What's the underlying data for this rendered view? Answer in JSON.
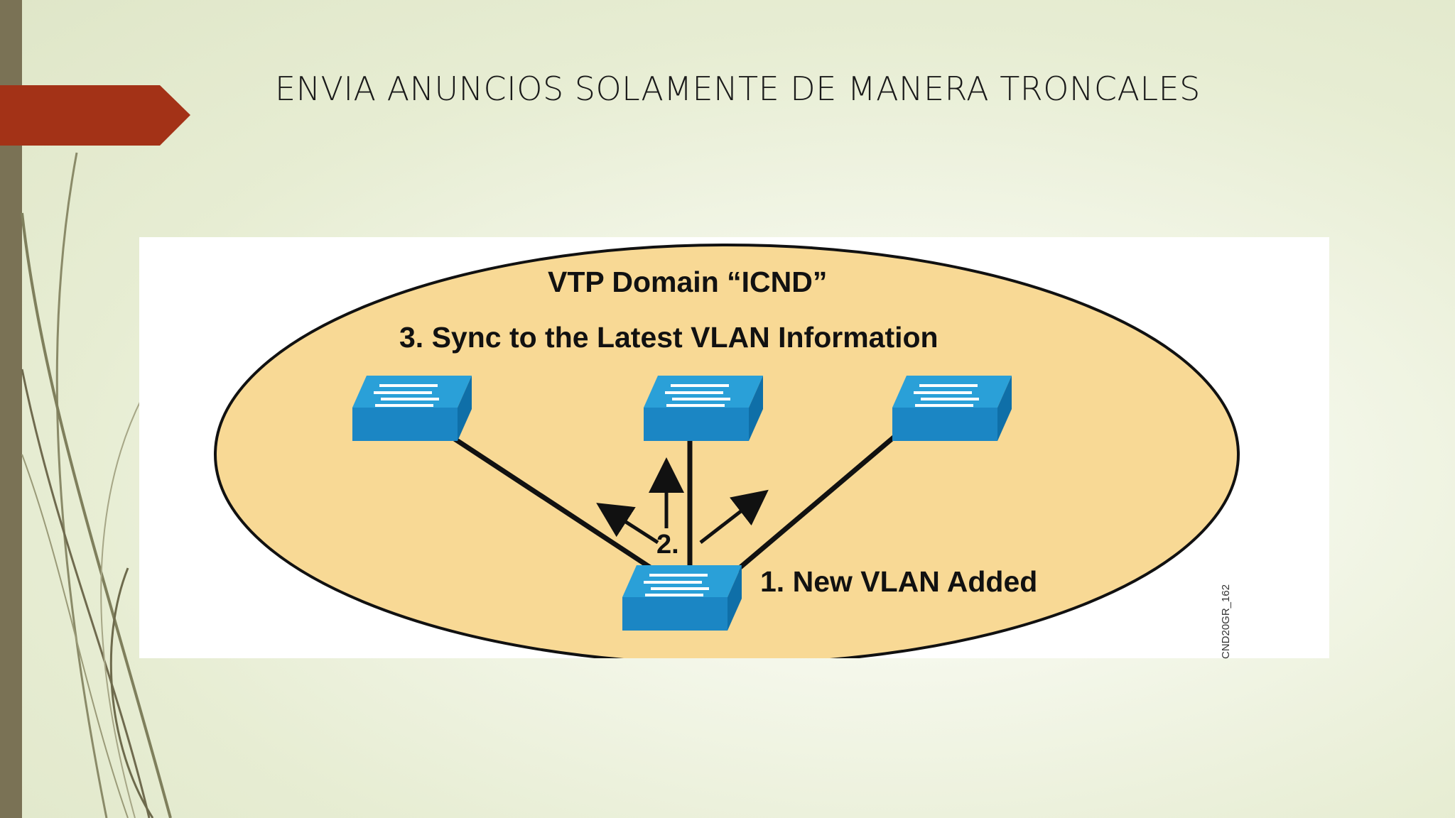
{
  "slide": {
    "title": "ENVIA ANUNCIOS SOLAMENTE DE MANERA TRONCALES"
  },
  "diagram": {
    "domain_label": "VTP Domain “ICND”",
    "sync_label": "3. Sync to the Latest VLAN Information",
    "step2_label": "2.",
    "new_vlan_label": "1. New VLAN Added",
    "figure_code": "CND20GR_162",
    "colors": {
      "ellipse_fill": "#f8d995",
      "switch_top": "#2aa0d8",
      "switch_front": "#1b86c4",
      "link": "#111111",
      "accent_tab": "#a33217"
    },
    "icons": [
      "switch-icon",
      "switch-icon",
      "switch-icon",
      "switch-icon"
    ]
  }
}
